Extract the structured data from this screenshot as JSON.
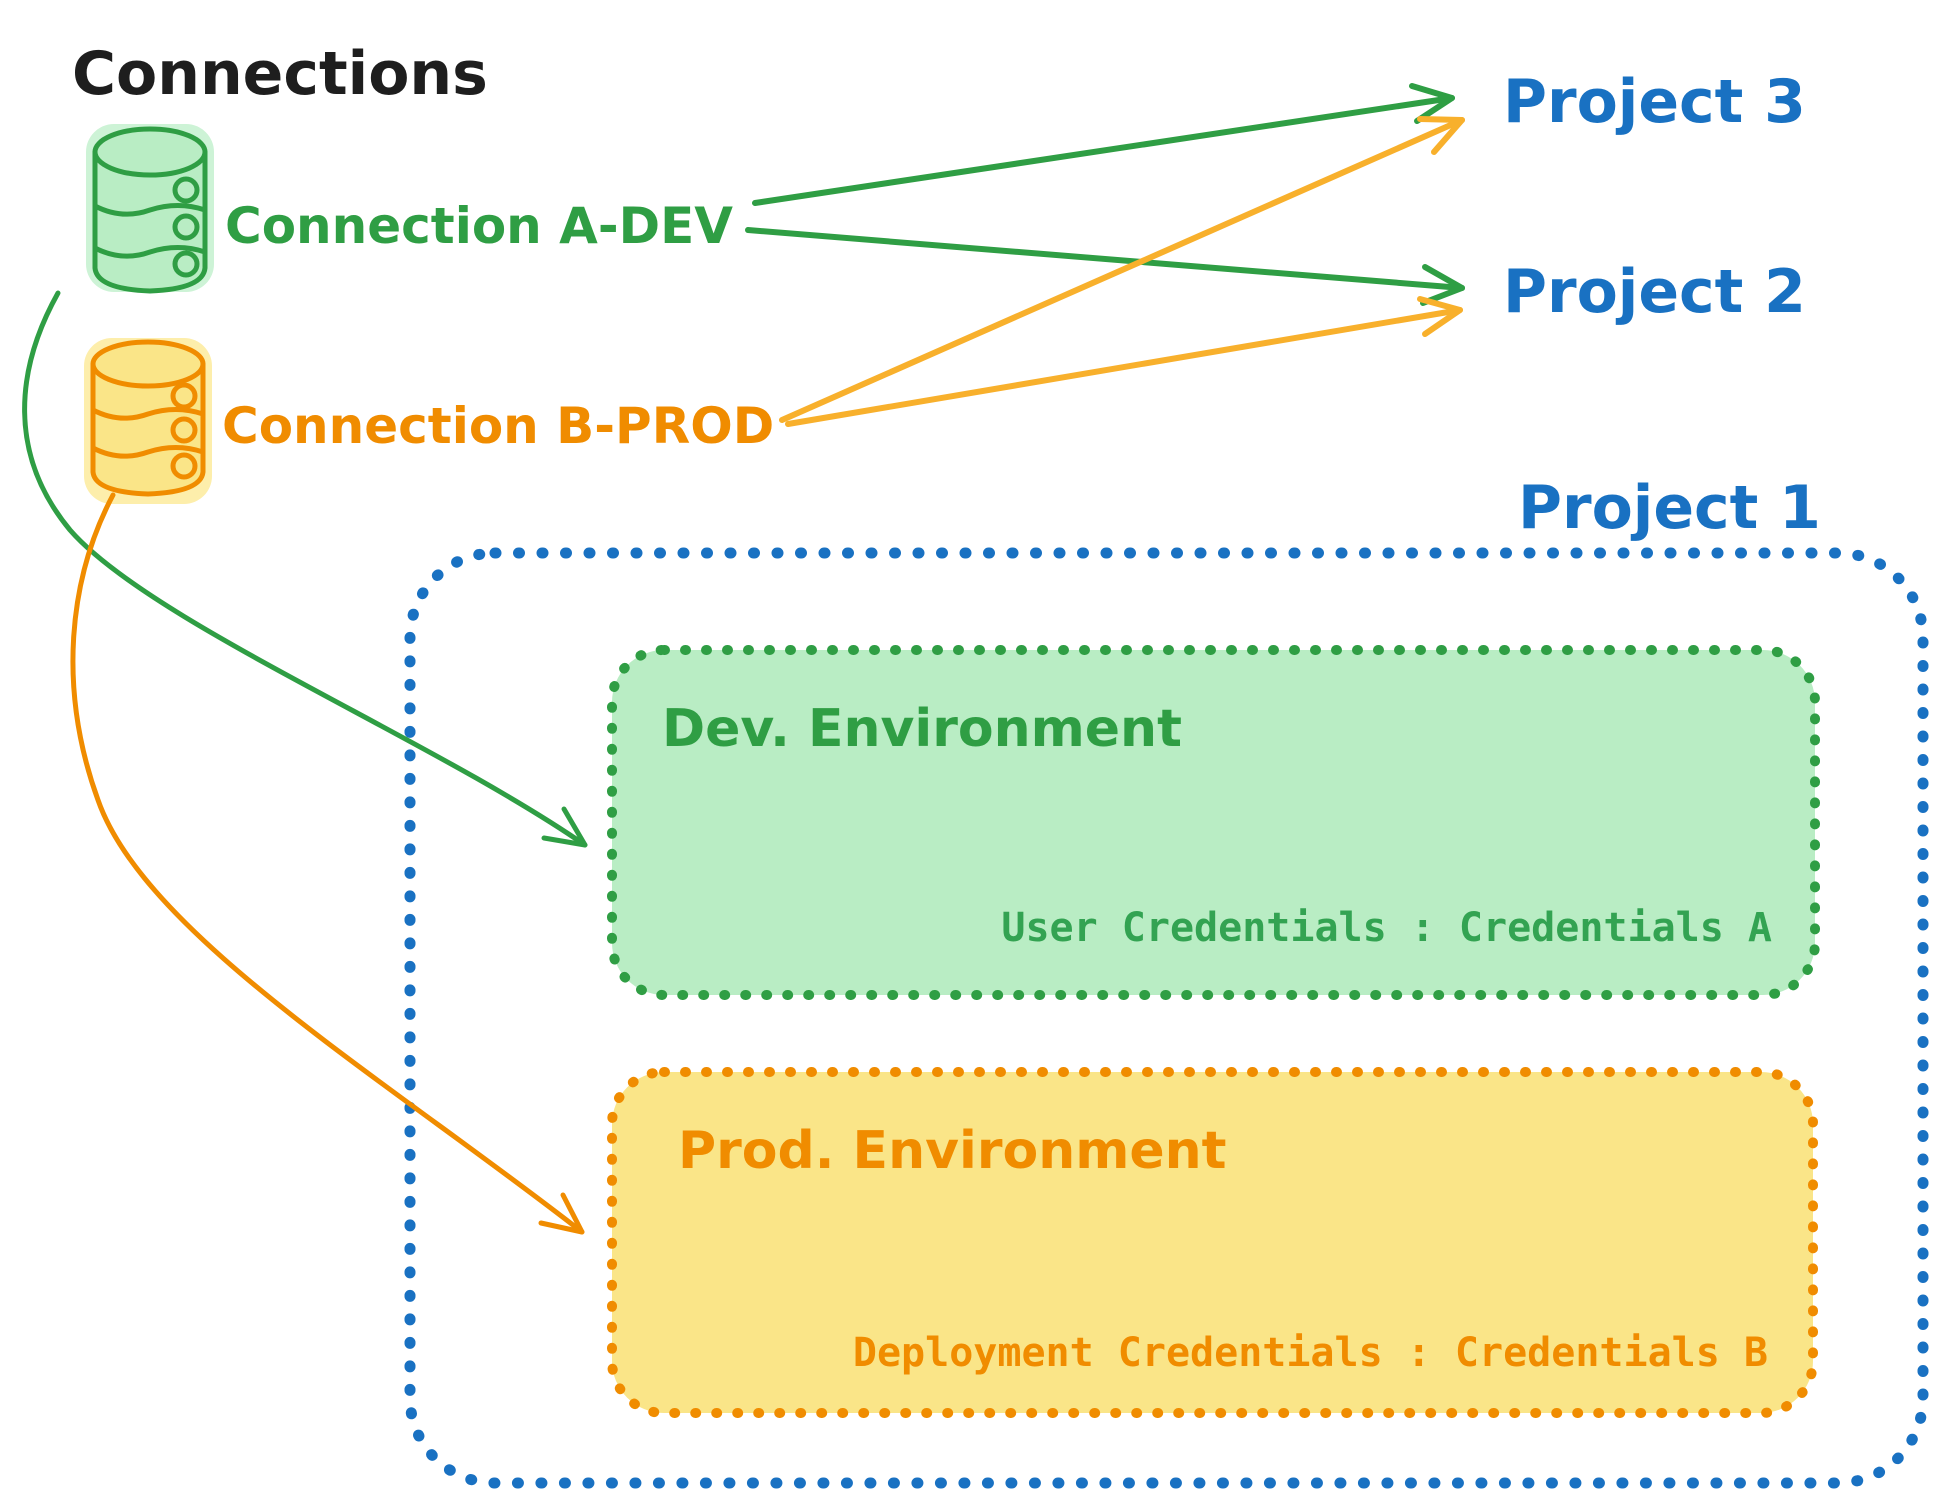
{
  "canvas": {
    "background": "#ffffff"
  },
  "title": {
    "text": "Connections",
    "color": "#1e1e1e"
  },
  "connections": [
    {
      "label": "Connection A-DEV",
      "color": "#2f9e44",
      "fill": "#b9edc4",
      "icon": "database-cylinder-icon"
    },
    {
      "label": "Connection B-PROD",
      "color": "#f08c00",
      "fill": "#fae588",
      "icon": "database-cylinder-icon"
    }
  ],
  "projects": [
    {
      "label": "Project 3",
      "color": "#1971c2"
    },
    {
      "label": "Project 2",
      "color": "#1971c2"
    },
    {
      "label": "Project 1",
      "color": "#1971c2"
    }
  ],
  "project1_box": {
    "border_color": "#1971c2",
    "environments": [
      {
        "title": "Dev. Environment",
        "credentials": "User Credentials : Credentials A",
        "color": "#2f9e44",
        "fill": "#b9edc4"
      },
      {
        "title": "Prod. Environment",
        "credentials": "Deployment Credentials : Credentials B",
        "color": "#f08c00",
        "fill": "#fae588"
      }
    ]
  },
  "arrows": [
    {
      "from": "Connection A-DEV",
      "to": "Project 3",
      "color": "#2f9e44"
    },
    {
      "from": "Connection A-DEV",
      "to": "Project 2",
      "color": "#2f9e44"
    },
    {
      "from": "Connection B-PROD",
      "to": "Project 3",
      "color": "#f8b02c"
    },
    {
      "from": "Connection B-PROD",
      "to": "Project 2",
      "color": "#f8b02c"
    },
    {
      "from": "Connection A-DEV",
      "to": "Dev. Environment",
      "color": "#2f9e44"
    },
    {
      "from": "Connection B-PROD",
      "to": "Prod. Environment",
      "color": "#f08c00"
    }
  ]
}
